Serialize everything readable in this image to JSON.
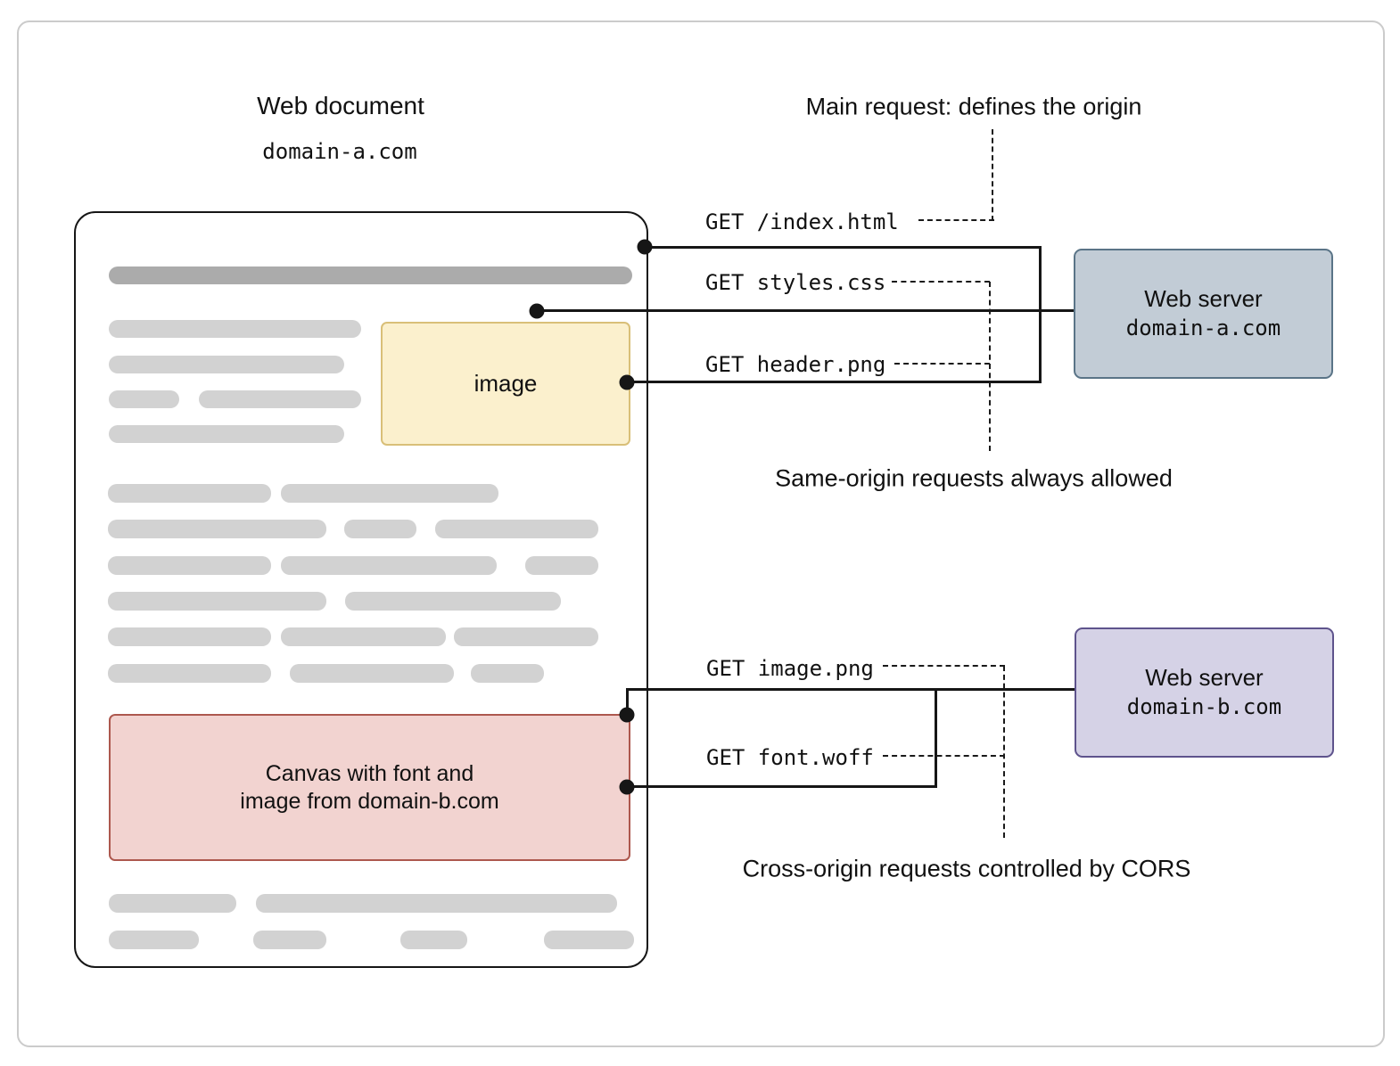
{
  "web_document": {
    "title": "Web document",
    "domain": "domain-a.com",
    "image_label": "image",
    "canvas_label_line1": "Canvas with font and",
    "canvas_label_line2": "image from domain-b.com"
  },
  "requests": {
    "index_html": "GET /index.html",
    "styles_css": "GET styles.css",
    "header_png": "GET header.png",
    "image_png": "GET image.png",
    "font_woff": "GET font.woff"
  },
  "annotations": {
    "main_request": "Main request: defines the origin",
    "same_origin": "Same-origin requests always allowed",
    "cross_origin": "Cross-origin requests controlled by CORS"
  },
  "servers": {
    "a": {
      "title": "Web server",
      "domain": "domain-a.com"
    },
    "b": {
      "title": "Web server",
      "domain": "domain-b.com"
    }
  },
  "colors": {
    "line": "#161616",
    "card_border": "#cbcbcb",
    "bar_dark": "#ababab",
    "bar_light": "#d2d2d2",
    "image_fill": "#fbf0cd",
    "image_border": "#d9bf78",
    "canvas_fill": "#f2d3d0",
    "canvas_border": "#ad584e",
    "server_a_fill": "#c2ccd6",
    "server_a_border": "#5a7487",
    "server_b_fill": "#d5d2e6",
    "server_b_border": "#5e538c"
  }
}
